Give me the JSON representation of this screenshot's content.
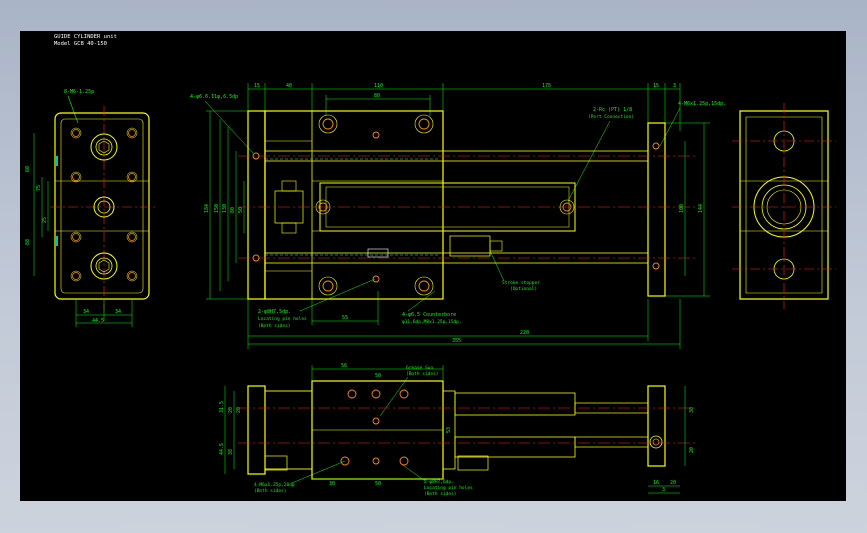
{
  "title_block": {
    "line1": "GUIDE CYLINDER unit",
    "line2": "Model GCB 40-150"
  },
  "colors": {
    "background": "#000000",
    "outline": "#ffff00",
    "dimension": "#00ff00",
    "centerline": "#ff2020",
    "hole": "#ff8c00",
    "hidden": "#00ffff",
    "tag": "#ffffff"
  },
  "left_view": {
    "note": "8-M6-1.25p",
    "dims": [
      "60",
      "75",
      "25",
      "88",
      "44.5",
      "34",
      "34"
    ]
  },
  "front_view": {
    "note_top_left": "4-φ6.6,11φ,6.5dp",
    "note_rod_tip": "2-Rc (PT) 1/8",
    "note_rod_tip_sub": "(Port Connection)",
    "note_top_right": "4-M6x1.25p,15dp.",
    "note_pin": "2-φ8H7,5dp.",
    "note_pin_sub1": "Locating pin holes",
    "note_pin_sub2": "(Both sides)",
    "note_counterbore": "4-φ6.5 Counterbore",
    "note_counterbore_sub": "φ11,6dp,M8x1.25p,15dp.",
    "note_stopper": "Stroke stopper",
    "note_stopper_sub": "(Optional)",
    "dims_top": [
      "15",
      "40",
      "110",
      "80",
      "175",
      "15",
      "3"
    ],
    "dims_bottom": [
      "55",
      "220",
      "355"
    ],
    "dims_left": [
      "184",
      "150",
      "130",
      "80",
      "50"
    ],
    "dims_right": [
      "100",
      "144"
    ],
    "dims_side": [
      "16",
      "3"
    ]
  },
  "bottom_view": {
    "note_grease": "Grease Sun",
    "note_grease_sub": "(Both sides)",
    "note_m6": "4-M6x1.25p,20dp",
    "note_m6_sub": "(Both sides)",
    "note_pin": "2-φ8H7,6dp.",
    "note_pin_sub1": "Locating pin holes",
    "note_pin_sub2": "(Both sides)",
    "dims": [
      "56",
      "50",
      "30",
      "50",
      "53",
      "31.5",
      "20",
      "44.5",
      "38",
      "20",
      "30",
      "20",
      "16",
      "20",
      "3"
    ]
  }
}
